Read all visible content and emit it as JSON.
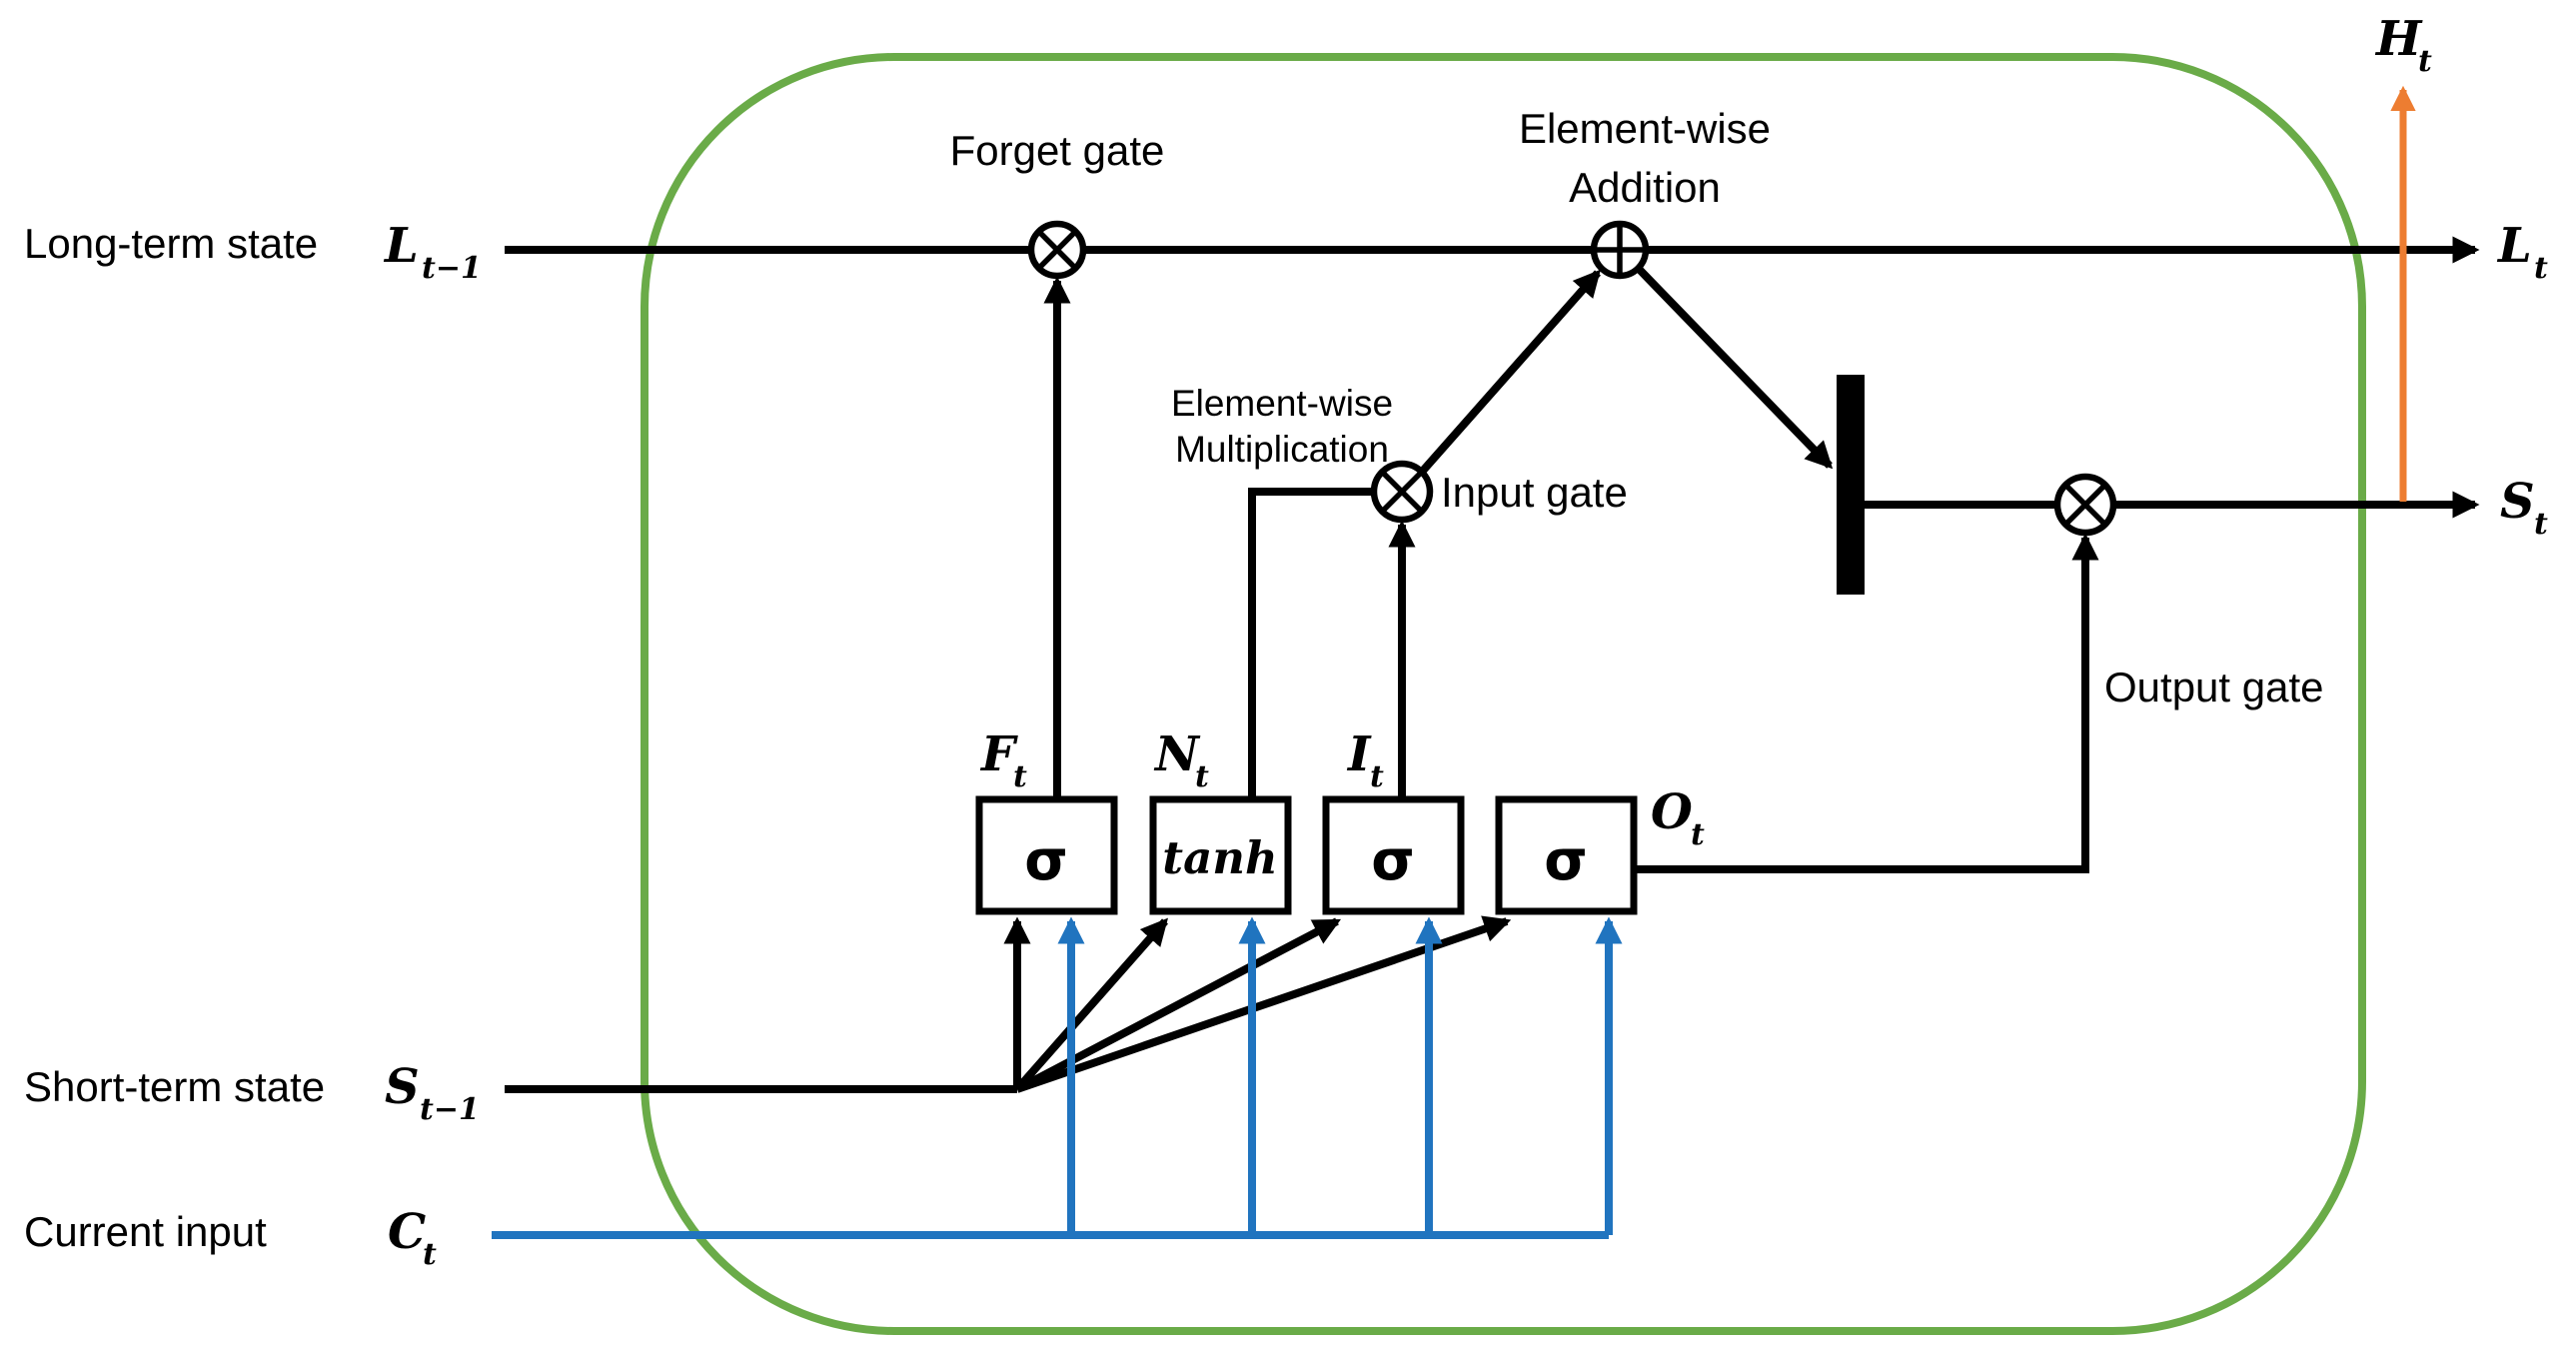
{
  "colors": {
    "cell_green": "#6aab48",
    "input_blue": "#2074bf",
    "hidden_orange": "#ed7d31",
    "wire": "#000000"
  },
  "labels": {
    "long_term_state": "Long-term state",
    "short_term_state": "Short-term state",
    "current_input": "Current input",
    "forget_gate": "Forget gate",
    "input_gate": "Input gate",
    "output_gate": "Output gate",
    "elementwise_addition_line1": "Element-wise",
    "elementwise_addition_line2": "Addition",
    "elementwise_multiplication_line1": "Element-wise",
    "elementwise_multiplication_line2": "Multiplication"
  },
  "nodes": {
    "forget_sigma": "σ",
    "candidate_tanh": "tanh",
    "input_sigma": "σ",
    "output_sigma": "σ"
  },
  "math": {
    "L_prev": {
      "base": "L",
      "sub": "t−1"
    },
    "L_t": {
      "base": "L",
      "sub": "t"
    },
    "S_prev": {
      "base": "S",
      "sub": "t−1"
    },
    "S_t": {
      "base": "S",
      "sub": "t"
    },
    "C_t": {
      "base": "C",
      "sub": "t"
    },
    "H_t": {
      "base": "H",
      "sub": "t"
    },
    "F_t": {
      "base": "F",
      "sub": "t"
    },
    "N_t": {
      "base": "N",
      "sub": "t"
    },
    "I_t": {
      "base": "I",
      "sub": "t"
    },
    "O_t": {
      "base": "O",
      "sub": "t"
    }
  }
}
